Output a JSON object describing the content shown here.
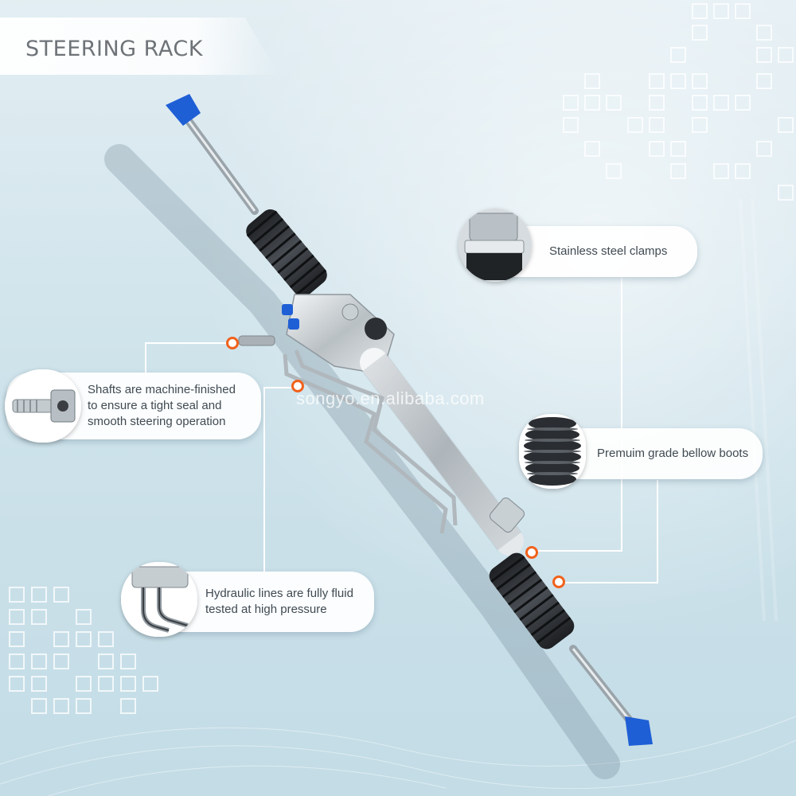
{
  "title": "STEERING RACK",
  "watermark": "songyo.en.alibaba.com",
  "callouts": {
    "clamps": "Stainless steel clamps",
    "shafts": [
      "Shafts are machine-finished",
      "to ensure a tight seal and",
      "smooth steering operation"
    ],
    "boots": "Premuim grade bellow boots",
    "hydraulic": [
      "Hydraulic lines are fully fluid",
      "tested at high pressure"
    ]
  },
  "icons": {
    "clamps": "steel-clamp-icon",
    "shafts": "threaded-shaft-icon",
    "boots": "bellow-boot-icon",
    "hydraulic": "hydraulic-line-icon"
  },
  "colors": {
    "marker": "#f0621c",
    "rack_caps": "#1f5fd6",
    "background": "#cfe3eb",
    "title": "#6e7378"
  }
}
